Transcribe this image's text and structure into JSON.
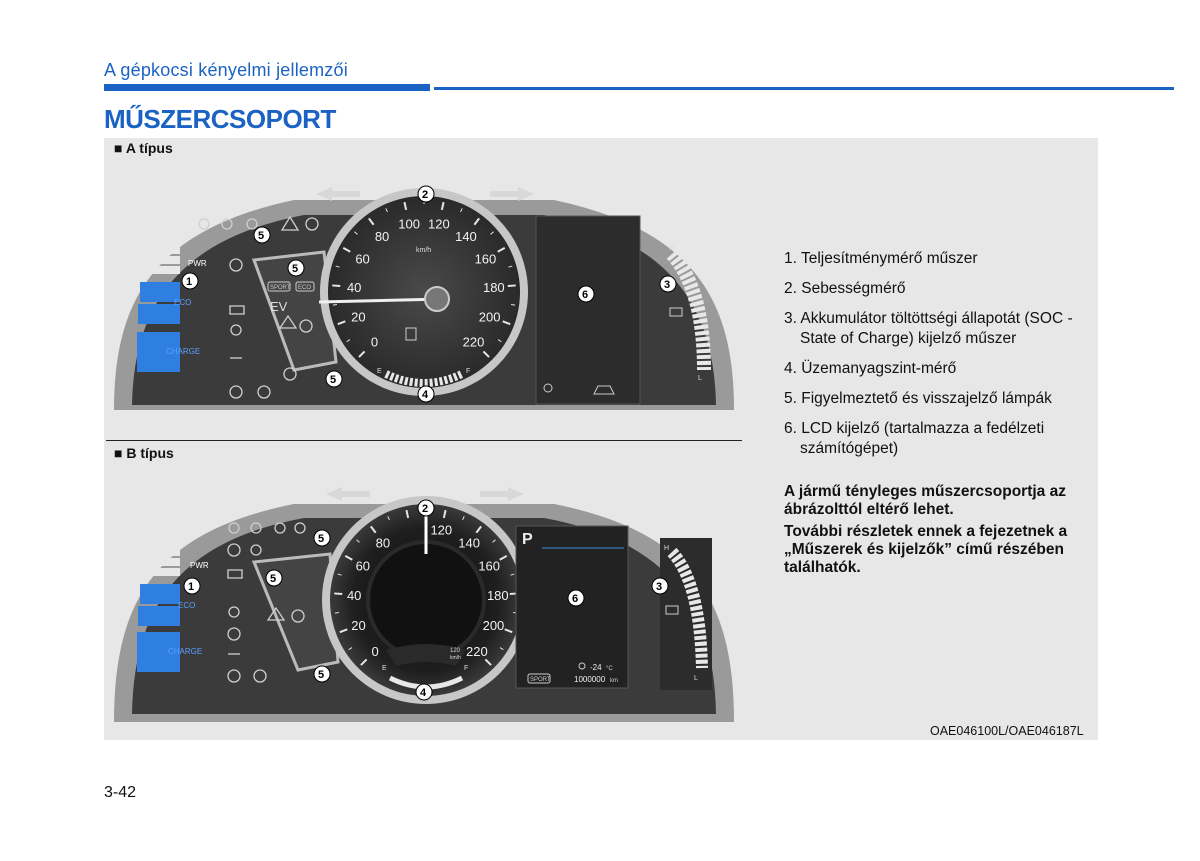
{
  "header": {
    "section_title": "A gépkocsi kényelmi jellemzői",
    "page_title": "MŰSZERCSOPORT"
  },
  "figure": {
    "type_a_label": "■ A típus",
    "type_b_label": "■ B típus",
    "image_code": "OAE046100L/OAE046187L",
    "callouts": [
      "1",
      "2",
      "3",
      "4",
      "5",
      "6"
    ],
    "cluster": {
      "power_labels": {
        "pwr": "PWR",
        "eco": "ECO",
        "charge": "CHARGE"
      },
      "speed_ticks_a": [
        "0",
        "20",
        "40",
        "60",
        "80",
        "100",
        "120",
        "140",
        "160",
        "180",
        "200",
        "220"
      ],
      "speed_ticks_b": [
        "0",
        "20",
        "40",
        "60",
        "80",
        "120",
        "140",
        "160",
        "180",
        "200",
        "220"
      ],
      "unit": "km/h",
      "fuel_e": "E",
      "fuel_f": "F",
      "soc_h": "H",
      "soc_l": "L",
      "sport_label": "SPORT",
      "eco_badge": "ECO",
      "ev_label": "EV",
      "gear": "P",
      "temperature": "-24",
      "temp_unit": "°C",
      "odometer": "1000000",
      "odo_unit": "km",
      "mini_speed": "120",
      "mini_unit": "km/h",
      "colors": {
        "accent": "#1a63c4",
        "power_blue": "#2f7fe0",
        "panel": "#3a3a3a"
      }
    }
  },
  "legend": [
    "1. Teljesítménymérő műszer",
    "2. Sebességmérő",
    "3. Akkumulátor töltöttségi állapotát (SOC - State of Charge) kijelző műszer",
    "4. Üzemanyagszint-mérő",
    "5. Figyelmeztető és visszajelző lámpák",
    "6. LCD kijelző (tartalmazza a fedélzeti számítógépet)"
  ],
  "notes": [
    "A jármű tényleges műszercsoportja az ábrázolttól eltérő lehet.",
    "További részletek ennek a fejezetnek a „Műszerek és kijelzők” című részében találhatók."
  ],
  "page_number": "3-42"
}
